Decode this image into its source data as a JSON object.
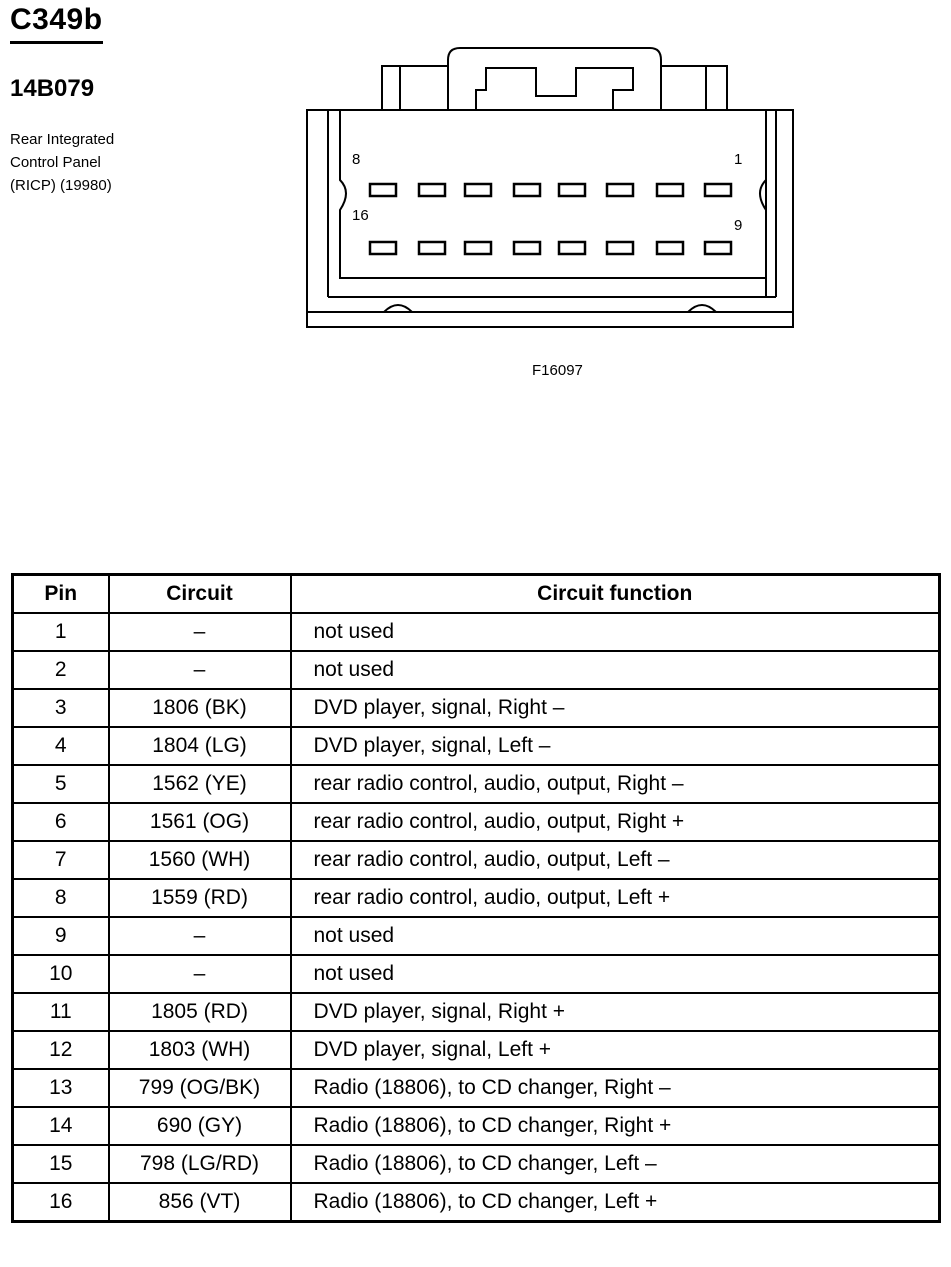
{
  "header": {
    "connector_id": "C349b",
    "part_number": "14B079",
    "description_lines": [
      "Rear Integrated",
      "Control Panel",
      "(RICP) (19980)"
    ]
  },
  "diagram": {
    "pin_labels": {
      "top_left": "8",
      "top_right": "1",
      "bottom_left": "16",
      "bottom_right": "9"
    },
    "figure_code": "F16097"
  },
  "table": {
    "headers": [
      "Pin",
      "Circuit",
      "Circuit function"
    ],
    "rows": [
      {
        "pin": "1",
        "circuit": "–",
        "function": "not used"
      },
      {
        "pin": "2",
        "circuit": "–",
        "function": "not used"
      },
      {
        "pin": "3",
        "circuit": "1806 (BK)",
        "function": "DVD player, signal, Right –"
      },
      {
        "pin": "4",
        "circuit": "1804 (LG)",
        "function": "DVD player, signal, Left –"
      },
      {
        "pin": "5",
        "circuit": "1562 (YE)",
        "function": "rear radio control, audio, output, Right –"
      },
      {
        "pin": "6",
        "circuit": "1561 (OG)",
        "function": "rear radio control, audio, output, Right +"
      },
      {
        "pin": "7",
        "circuit": "1560 (WH)",
        "function": "rear radio control, audio, output, Left –"
      },
      {
        "pin": "8",
        "circuit": "1559 (RD)",
        "function": "rear radio control, audio, output, Left +"
      },
      {
        "pin": "9",
        "circuit": "–",
        "function": "not used"
      },
      {
        "pin": "10",
        "circuit": "–",
        "function": "not used"
      },
      {
        "pin": "11",
        "circuit": "1805 (RD)",
        "function": "DVD player, signal, Right +"
      },
      {
        "pin": "12",
        "circuit": "1803 (WH)",
        "function": "DVD player, signal, Left +"
      },
      {
        "pin": "13",
        "circuit": "799 (OG/BK)",
        "function": "Radio (18806), to CD changer, Right –"
      },
      {
        "pin": "14",
        "circuit": "690 (GY)",
        "function": "Radio (18806), to CD changer, Right +"
      },
      {
        "pin": "15",
        "circuit": "798 (LG/RD)",
        "function": "Radio (18806), to CD changer, Left –"
      },
      {
        "pin": "16",
        "circuit": "856 (VT)",
        "function": "Radio (18806), to CD changer, Left +"
      }
    ]
  }
}
